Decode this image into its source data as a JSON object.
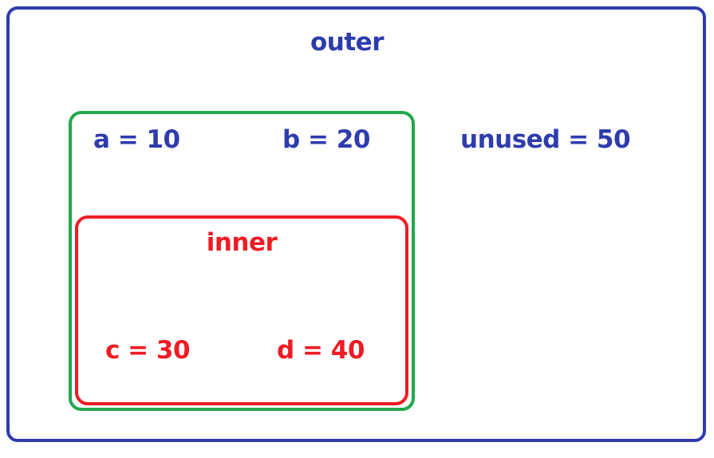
{
  "diagram": {
    "type": "nested-scope-diagram",
    "scopes": [
      {
        "id": "outer",
        "title": "outer",
        "color": "#2e3cad",
        "variables": [
          {
            "name": "a",
            "value": 10,
            "label": "a = 10"
          },
          {
            "name": "b",
            "value": 20,
            "label": "b = 20"
          },
          {
            "name": "unused",
            "value": 50,
            "label": "unused = 50"
          }
        ]
      },
      {
        "id": "middle",
        "title": "",
        "color": "#22a84c",
        "variables": []
      },
      {
        "id": "inner",
        "title": "inner",
        "color": "#ee1c24",
        "variables": [
          {
            "name": "c",
            "value": 30,
            "label": "c = 30"
          },
          {
            "name": "d",
            "value": 40,
            "label": "d = 40"
          }
        ]
      }
    ],
    "labels": {
      "outer_title": "outer",
      "inner_title": "inner",
      "a": "a = 10",
      "b": "b = 20",
      "unused": "unused = 50",
      "c": "c = 30",
      "d": "d = 40"
    },
    "colors": {
      "outer": "#2e3cad",
      "middle": "#22a84c",
      "inner": "#ee1c24",
      "background": "#ffffff"
    }
  }
}
